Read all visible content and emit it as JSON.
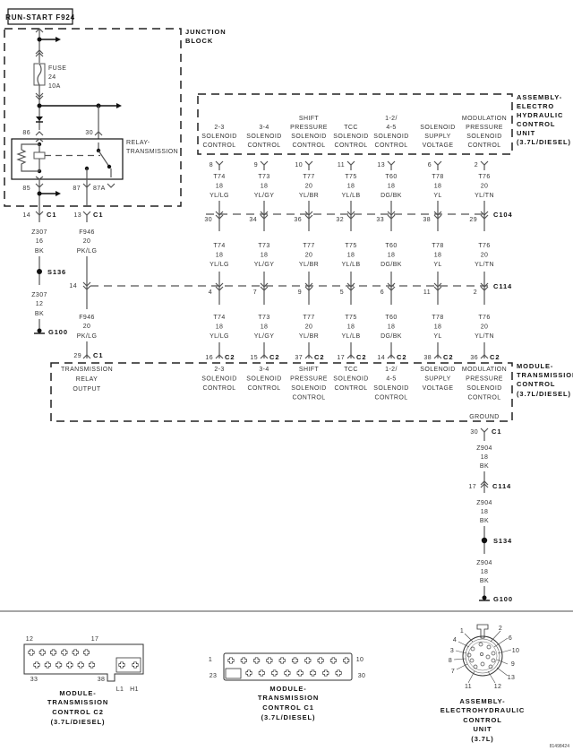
{
  "title": "RUN-START F924",
  "junction_block": {
    "label": [
      "JUNCTION",
      "BLOCK"
    ],
    "fuse": {
      "label": "FUSE",
      "number": "24",
      "rating": "10A"
    },
    "relay": {
      "label": [
        "RELAY-",
        "TRANSMISSION"
      ],
      "pins": {
        "p86": "86",
        "p30": "30",
        "p85": "85",
        "p87": "87",
        "p87a": "87A"
      }
    }
  },
  "left_circuits": {
    "c1_pin14": {
      "pin": "14",
      "connector": "C1"
    },
    "c1_pin13": {
      "pin": "13",
      "connector": "C1"
    },
    "z307_a": {
      "circuit": "Z307",
      "gauge": "16",
      "color": "BK"
    },
    "splice": "S136",
    "z307_b": {
      "circuit": "Z307",
      "gauge": "12",
      "color": "BK"
    },
    "ground": "G100",
    "f946_a": {
      "circuit": "F946",
      "gauge": "20",
      "color": "PK/LG"
    },
    "c114_pin": "14",
    "f946_b": {
      "circuit": "F946",
      "gauge": "20",
      "color": "PK/LG"
    },
    "c1_pin29": {
      "pin": "29",
      "connector": "C1"
    }
  },
  "ehcu": {
    "label": [
      "ASSEMBLY-",
      "ELECTRO",
      "HYDRAULIC",
      "CONTROL",
      "UNIT",
      "(3.7L/DIESEL)"
    ],
    "functions": [
      [
        "2-3",
        "SOLENOID",
        "CONTROL"
      ],
      [
        "3-4",
        "SOLENOID",
        "CONTROL"
      ],
      [
        "SHIFT",
        "PRESSURE",
        "SOLENOID",
        "CONTROL"
      ],
      [
        "TCC",
        "SOLENOID",
        "CONTROL"
      ],
      [
        "1-2/",
        "4-5",
        "SOLENOID",
        "CONTROL"
      ],
      [
        "SOLENOID",
        "SUPPLY",
        "VOLTAGE"
      ],
      [
        "MODULATION",
        "PRESSURE",
        "SOLENOID",
        "CONTROL"
      ]
    ]
  },
  "columns": [
    {
      "ehcu_pin": "8",
      "c104_pin": "30",
      "c114_pin": "4",
      "c2_pin": "16",
      "circuit": "T74",
      "gauge": "18",
      "color": "YL/LG"
    },
    {
      "ehcu_pin": "9",
      "c104_pin": "34",
      "c114_pin": "7",
      "c2_pin": "15",
      "circuit": "T73",
      "gauge": "18",
      "color": "YL/GY"
    },
    {
      "ehcu_pin": "10",
      "c104_pin": "36",
      "c114_pin": "9",
      "c2_pin": "37",
      "circuit": "T77",
      "gauge": "20",
      "color": "YL/BR"
    },
    {
      "ehcu_pin": "11",
      "c104_pin": "32",
      "c114_pin": "5",
      "c2_pin": "17",
      "circuit": "T75",
      "gauge": "18",
      "color": "YL/LB"
    },
    {
      "ehcu_pin": "13",
      "c104_pin": "33",
      "c114_pin": "6",
      "c2_pin": "14",
      "circuit": "T60",
      "gauge": "18",
      "color": "DG/BK"
    },
    {
      "ehcu_pin": "6",
      "c104_pin": "38",
      "c114_pin": "11",
      "c2_pin": "38",
      "circuit": "T78",
      "gauge": "18",
      "color": "YL"
    },
    {
      "ehcu_pin": "2",
      "c104_pin": "29",
      "c114_pin": "2",
      "c2_pin": "36",
      "circuit": "T76",
      "gauge": "20",
      "color": "YL/TN"
    }
  ],
  "connectors": {
    "c104": "C104",
    "c114": "C114",
    "c2": "C2",
    "c1": "C1"
  },
  "tcm": {
    "label": [
      "MODULE-",
      "TRANSMISSION",
      "CONTROL",
      "(3.7L/DIESEL)"
    ],
    "relay_output": [
      "TRANSMISSION",
      "RELAY",
      "OUTPUT"
    ],
    "ground_label": "GROUND"
  },
  "ground_circuit": {
    "c1_pin": "30",
    "z904_a": {
      "circuit": "Z904",
      "gauge": "18",
      "color": "BK"
    },
    "c114_pin": "17",
    "z904_b": {
      "circuit": "Z904",
      "gauge": "18",
      "color": "BK"
    },
    "splice": "S134",
    "z904_c": {
      "circuit": "Z904",
      "gauge": "18",
      "color": "BK"
    },
    "ground": "G100"
  },
  "connector_views": {
    "c2": {
      "pins": {
        "tl": "12",
        "tr": "17",
        "bl": "33",
        "br": "38",
        "l1": "L1",
        "h1": "H1"
      },
      "label": [
        "MODULE-",
        "TRANSMISSION",
        "CONTROL C2",
        "(3.7L/DIESEL)"
      ]
    },
    "c1": {
      "pins": {
        "tl": "1",
        "tr": "10",
        "bl": "23",
        "br": "30"
      },
      "label": [
        "MODULE-",
        "TRANSMISSION",
        "CONTROL C1",
        "(3.7L/DIESEL)"
      ]
    },
    "ehcu": {
      "pins": [
        "1",
        "2",
        "4",
        "6",
        "3",
        "10",
        "8",
        "9",
        "7",
        "13",
        "11",
        "12"
      ],
      "label": [
        "ASSEMBLY-",
        "ELECTROHYDRAULIC",
        "CONTROL",
        "UNIT",
        "(3.7L)"
      ]
    }
  },
  "figure_id": "81498424"
}
